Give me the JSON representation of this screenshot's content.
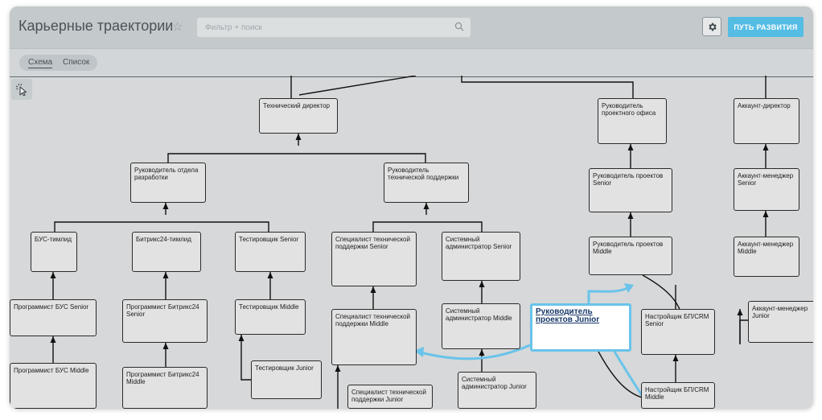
{
  "app": {
    "title": "Карьерные траектории",
    "search_placeholder": "Фильтр + поиск",
    "primary_button": "ПУТЬ РАЗВИТИЯ",
    "accent_color": "#55bde4",
    "icons": {
      "favorite": "star-outline-icon",
      "search": "magnifier-icon",
      "settings": "gear-icon",
      "select_tool": "pointer-cursor-icon"
    }
  },
  "view_tabs": [
    {
      "label": "Схема",
      "active": true
    },
    {
      "label": "Список",
      "active": false
    }
  ],
  "nodes": {
    "tech_director": "Технический директор",
    "dev_head": "Руководитель отдела разработки",
    "support_head": "Руководитель технической поддержки",
    "bus_lead": "БУС-тимлид",
    "b24_lead": "Битрикс24-тимлид",
    "qa_senior": "Тестировщик Senior",
    "bus_senior": "Программист БУС Senior",
    "b24_senior": "Программист Битрикс24 Senior",
    "qa_middle": "Тестировщик Middle",
    "bus_middle": "Программист БУС Middle",
    "b24_middle": "Программист Битрикс24 Middle",
    "qa_junior": "Тестировщик Junior",
    "tsup_senior": "Специалист технической поддержки Senior",
    "sysadm_senior": "Системный администратор Senior",
    "tsup_middle": "Специалист технической поддержки Middle",
    "sysadm_middle": "Системный администратор Middle",
    "tsup_junior": "Специалист технической поддержки Junior",
    "sysadm_junior": "Системный администратор Junior",
    "pmo_head": "Руководитель проектного офиса",
    "pm_senior": "Руководитель проектов Senior",
    "pm_middle": "Руководитель проектов Middle",
    "crm_senior": "Настройщик БП/CRM Senior",
    "crm_middle": "Настройщик БП/CRM Middle",
    "acc_director": "Аккаунт-директор",
    "acc_senior": "Аккаунт-менеджер Senior",
    "acc_middle": "Аккаунт-менеджер Middle",
    "acc_junior": "Аккаунт-менеджер Junior"
  },
  "dragged_card": {
    "label": "Руководитель проектов Junior",
    "highlight_color": "#69c3ea"
  }
}
